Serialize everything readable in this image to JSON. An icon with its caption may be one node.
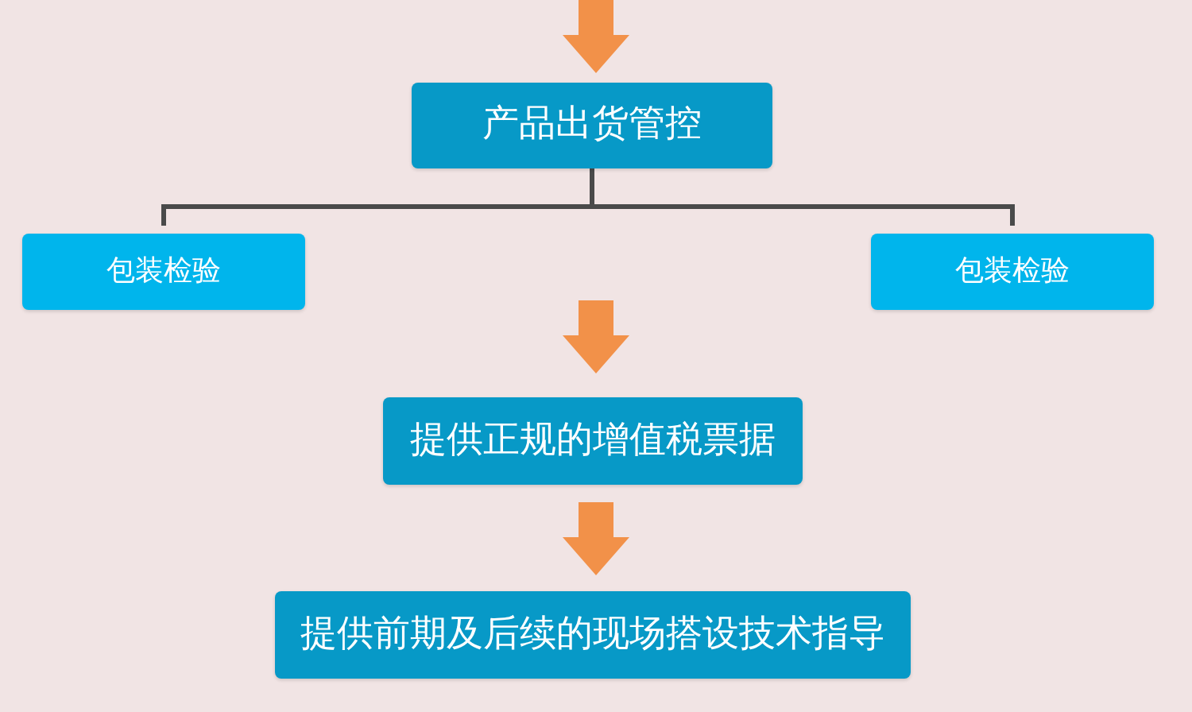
{
  "diagram": {
    "nodes": [
      {
        "text": [
          "产品出货管控"
        ]
      },
      {
        "text": [
          "包装检验"
        ]
      },
      {
        "text": [
          "包装检验"
        ]
      },
      {
        "text": [
          "提供正规的增值税票据"
        ]
      },
      {
        "text": [
          "提供前期及后续的现场搭设技术指导"
        ]
      }
    ],
    "edges": [
      {
        "from": null,
        "to": 0,
        "arrow": "to"
      },
      {
        "from": 0,
        "to": 1,
        "arrow": "none",
        "color": "#4a4a4a"
      },
      {
        "from": 0,
        "to": 2,
        "arrow": "none",
        "color": "#4a4a4a"
      },
      {
        "from": null,
        "to": 3,
        "arrow": "to"
      },
      {
        "from": 3,
        "to": 4,
        "arrow": "to"
      }
    ]
  }
}
